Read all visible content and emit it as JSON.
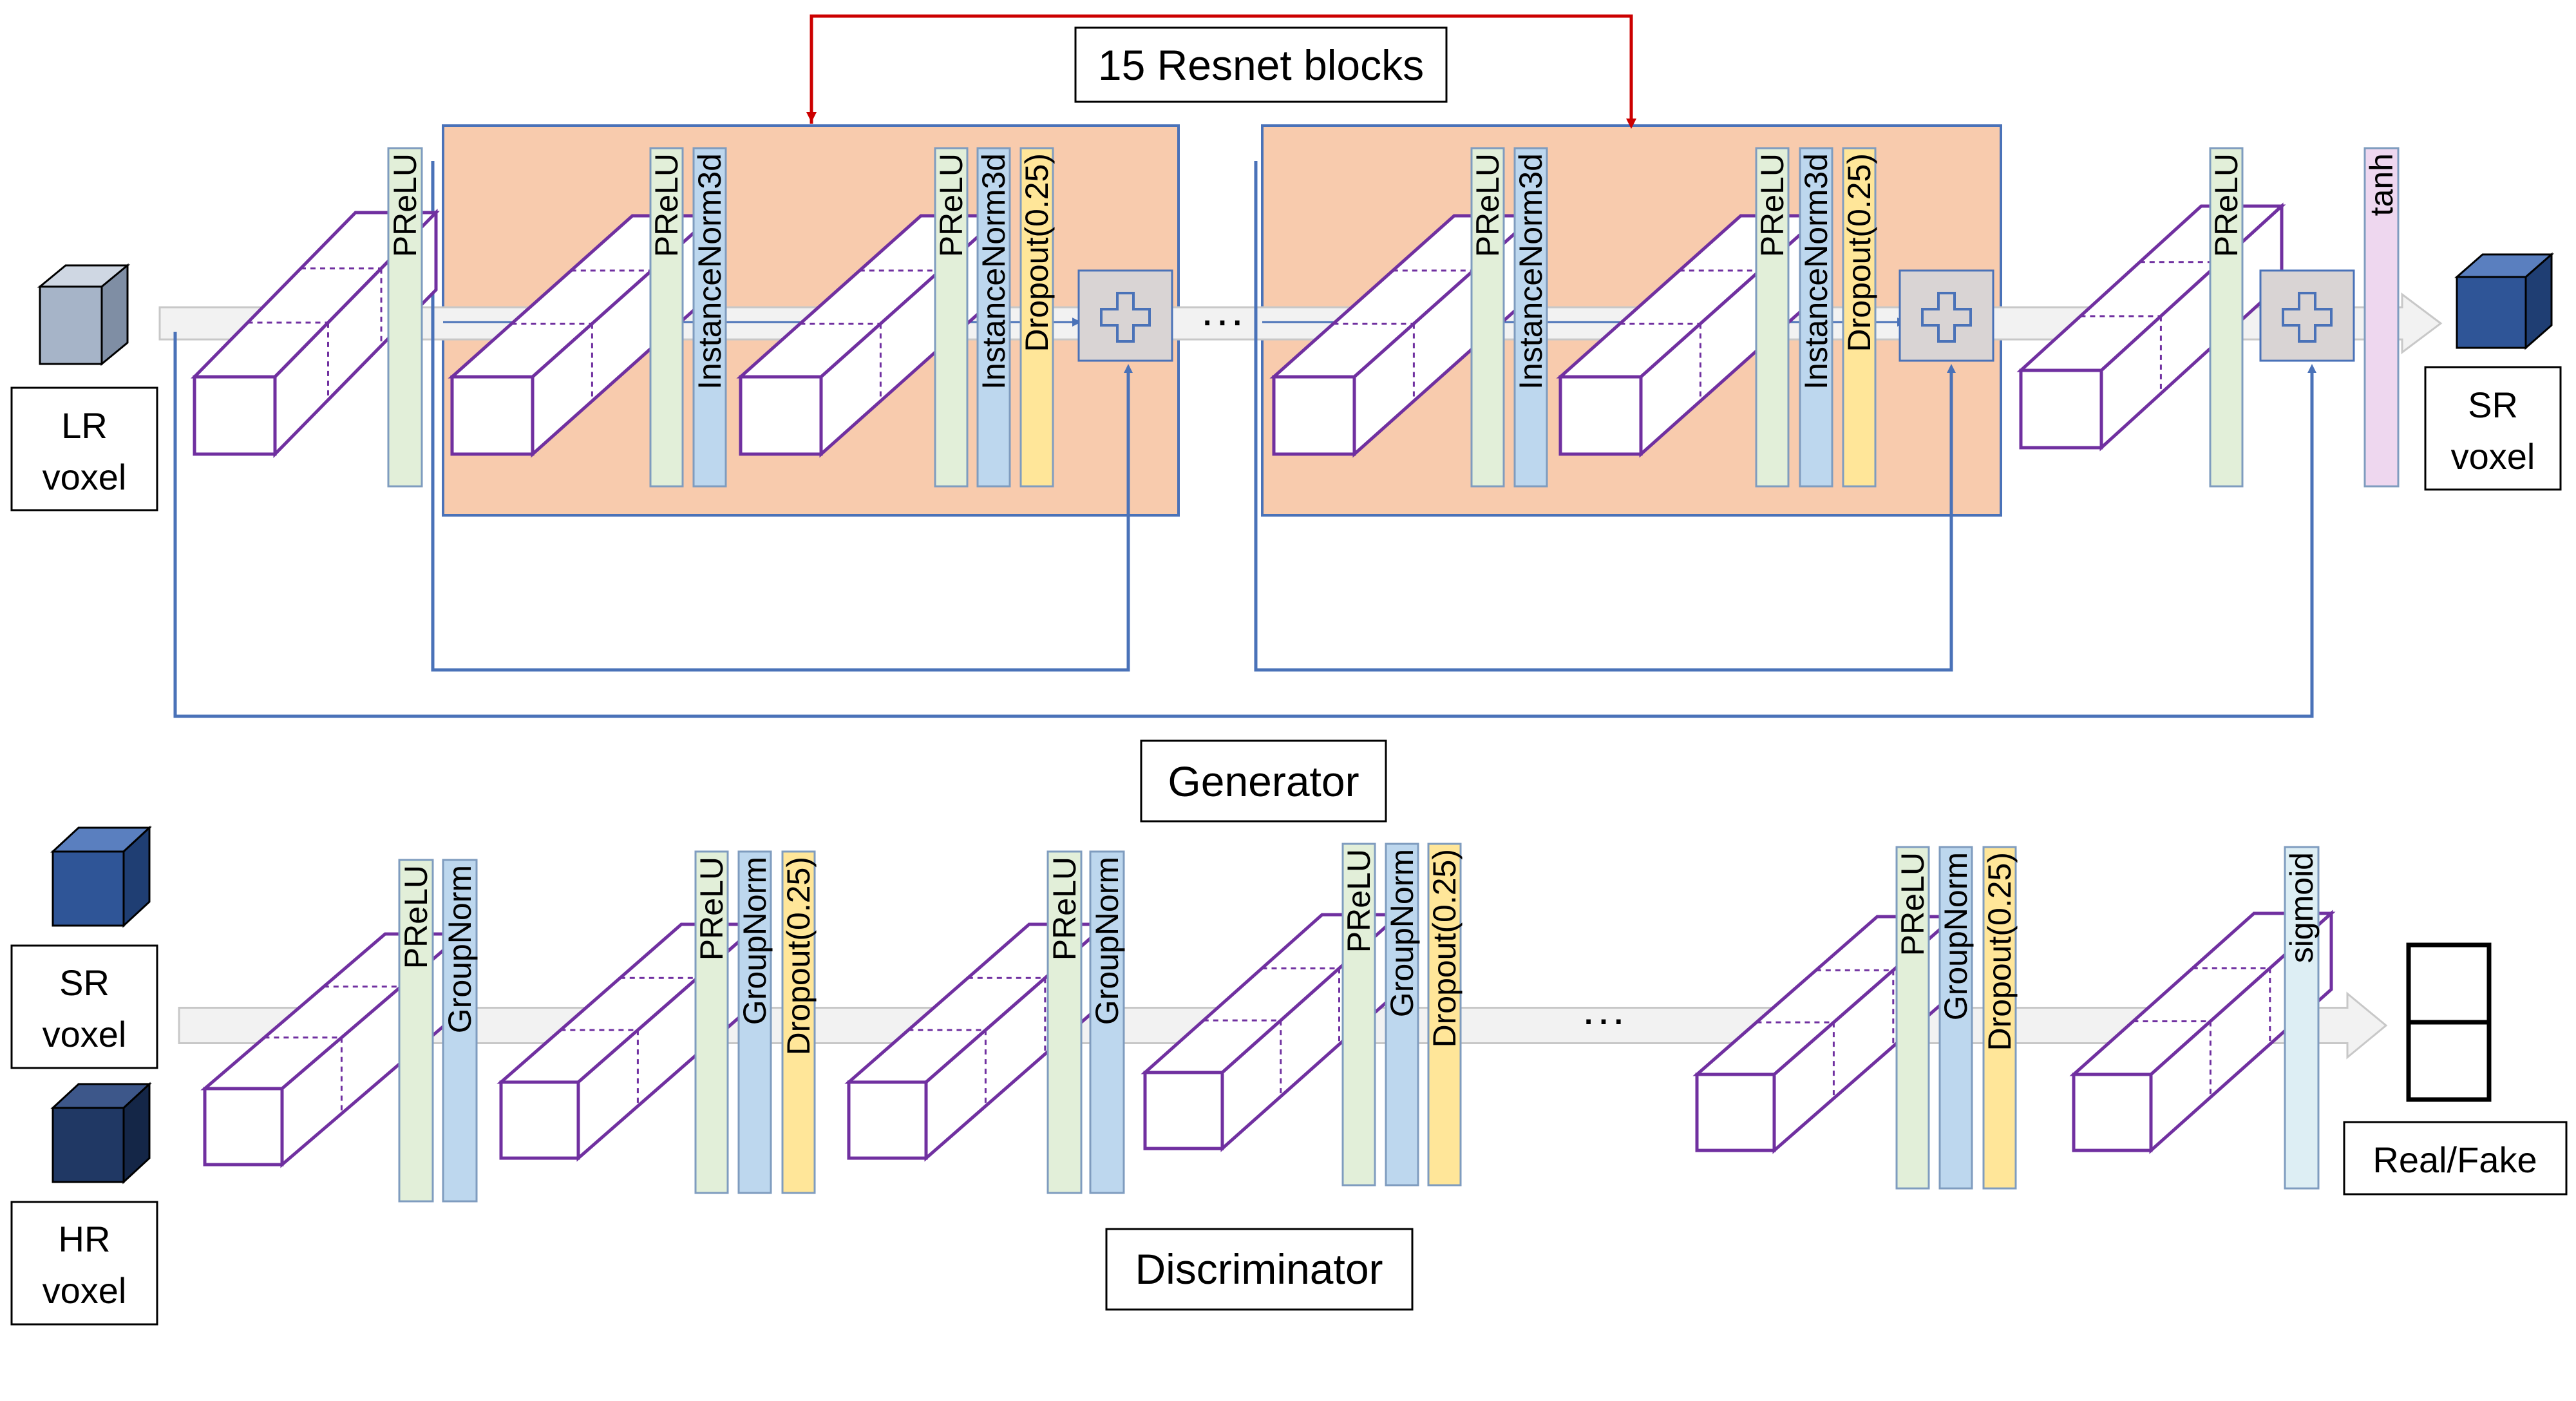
{
  "generator": {
    "title": "Generator",
    "resnet_label": "15 Resnet blocks",
    "input_label": [
      "LR",
      "voxel"
    ],
    "output_label": [
      "SR",
      "voxel"
    ],
    "layers": {
      "prelu": "PReLU",
      "instancenorm": "InstanceNorm3d",
      "dropout": "Dropout(0.25)",
      "tanh": "tanh"
    },
    "ellipsis": "···"
  },
  "discriminator": {
    "title": "Discriminator",
    "input_sr_label": [
      "SR",
      "voxel"
    ],
    "input_hr_label": [
      "HR",
      "voxel"
    ],
    "output_label": "Real/Fake",
    "layers": {
      "prelu": "PReLU",
      "groupnorm": "GroupNorm",
      "dropout": "Dropout(0.25)",
      "sigmoid": "sigmoid"
    },
    "ellipsis": "···"
  },
  "colors": {
    "prelu": "#e2efd9",
    "norm": "#bdd7ee",
    "dropout": "#ffe699",
    "tanh": "#eed7ef",
    "sigmoid": "#ddeef4",
    "resblock": "#f8cbad",
    "cube_stroke": "#7030a0",
    "skip_line": "#4a72b8",
    "red_line": "#cc0000",
    "lr_cube": "#a6b4c8",
    "sr_cube": "#2f5597",
    "hr_cube": "#203864"
  },
  "icons": [
    "cube-icon",
    "plus-icon",
    "arrow-icon"
  ]
}
